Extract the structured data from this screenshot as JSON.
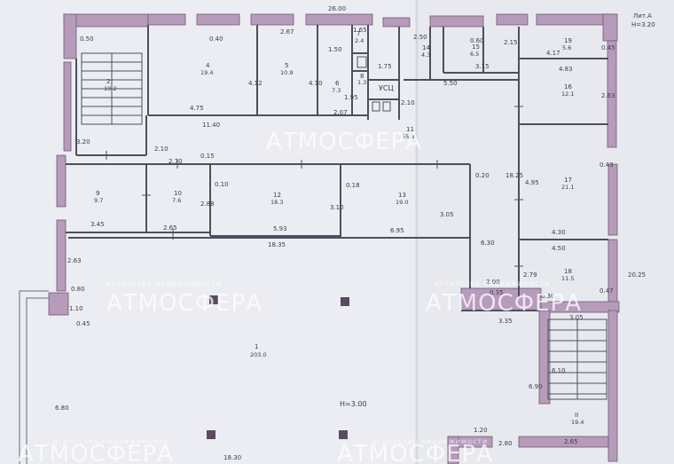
{
  "drawing": {
    "sheet_label": "Лит.А",
    "height_label": "Н=3.20",
    "hall_height_label": "Н=3.00",
    "wc_label": "УСЦ",
    "colors": {
      "paper": "#eceef3",
      "wall": "#b59ab8",
      "wall_outline": "#6d5a72",
      "line": "#4b4d5e",
      "watermark": "#ffffff"
    }
  },
  "watermark": {
    "brand": "АТМОСФЕРА",
    "tagline": "агентство недвижимости"
  },
  "rooms": [
    {
      "id": "r2",
      "number": "2",
      "area": "19.2"
    },
    {
      "id": "r4",
      "number": "4",
      "area": "19.4"
    },
    {
      "id": "r5",
      "number": "5",
      "area": "10.9"
    },
    {
      "id": "r6",
      "number": "6",
      "area": "7.3"
    },
    {
      "id": "r7",
      "number": "7",
      "area": "2.4"
    },
    {
      "id": "r8",
      "number": "8",
      "area": "1.3"
    },
    {
      "id": "r9",
      "number": "9",
      "area": "9.7"
    },
    {
      "id": "r10",
      "number": "10",
      "area": "7.6"
    },
    {
      "id": "r11",
      "number": "11",
      "area": "55.8"
    },
    {
      "id": "r12",
      "number": "12",
      "area": "18.3"
    },
    {
      "id": "r13",
      "number": "13",
      "area": "19.0"
    },
    {
      "id": "r14",
      "number": "14",
      "area": "4.3"
    },
    {
      "id": "r15",
      "number": "15",
      "area": "6.5"
    },
    {
      "id": "r16",
      "number": "16",
      "area": "12.1"
    },
    {
      "id": "r17",
      "number": "17",
      "area": "21.1"
    },
    {
      "id": "r18",
      "number": "18",
      "area": "11.5"
    },
    {
      "id": "r19",
      "number": "19",
      "area": "5.6"
    },
    {
      "id": "r1",
      "number": "1",
      "area": "203.0"
    },
    {
      "id": "rII",
      "number": "II",
      "area": "19.4"
    }
  ],
  "dimensions": [
    "26.00",
    "0.50",
    "0.40",
    "2.67",
    "1.65",
    "0.60",
    "2.15",
    "2.50",
    "0.45",
    "4.75",
    "11.40",
    "4.12",
    "4.10",
    "1.50",
    "1.75",
    "1.95",
    "2.07",
    "2.10",
    "3.15",
    "5.50",
    "4.17",
    "4.83",
    "2.63",
    "3.20",
    "2.10",
    "2.70",
    "0.15",
    "0.10",
    "2.88",
    "3.45",
    "2.65",
    "5.93",
    "18.35",
    "0.18",
    "3.10",
    "6.95",
    "3.05",
    "0.20",
    "18.25",
    "4.95",
    "4.30",
    "4.50",
    "6.30",
    "2.00",
    "0.30",
    "2.79",
    "3.35",
    "3.05",
    "0.80",
    "1.10",
    "0.45",
    "6.80",
    "1.20",
    "2.80",
    "18.30",
    "6.90",
    "6.10",
    "2.65",
    "20.25",
    "2.63",
    "0.35",
    "0.47",
    "0.43"
  ]
}
